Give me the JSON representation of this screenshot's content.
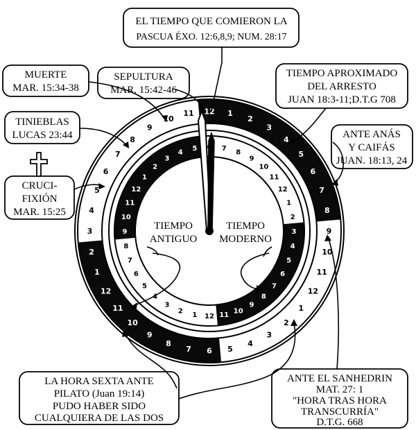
{
  "callouts": {
    "pascua": [
      "EL TIEMPO QUE COMIERON LA",
      "PASCUA ÉXO. 12:6,8,9; NUM. 28:17"
    ],
    "muerte": [
      "MUERTE",
      "MAR. 15:34-38"
    ],
    "sepultura": [
      "SEPULTURA",
      "MAR. 15:42-46"
    ],
    "arresto": [
      "TIEMPO APROXIMADO",
      "DEL  ARRESTO",
      "JUAN 18:3-11;D.T.G 708"
    ],
    "tinieblas": [
      "TINIEBLAS",
      "LUCAS 23:44"
    ],
    "anas": [
      "ANTE  ANÁS",
      "Y CAIFÁS",
      "JUAN. 18:13, 24"
    ],
    "crucifixion": [
      "CRUCI-",
      "FIXIÓN",
      "MAR. 15:25"
    ],
    "sexta": [
      "LA HORA SEXTA ANTE",
      "PILATO (Juan 19:14)",
      "PUDO HABER SIDO",
      "CUALQUIERA DE LAS DOS"
    ],
    "sanhedrin": [
      "ANTE EL SANHEDRIN",
      "MAT. 27: 1",
      "\"HORA TRAS HORA",
      "TRANSCURRÍA\"",
      "D.T.G. 668"
    ]
  },
  "center": {
    "antiguo": [
      "TIEMPO",
      "ANTIGUO"
    ],
    "moderno": [
      "TIEMPO",
      "MODERNO"
    ]
  },
  "outer_ring_numbers": [
    "12",
    "1",
    "2",
    "3",
    "4",
    "5",
    "6",
    "7",
    "8",
    "9",
    "10",
    "11",
    "12",
    "1",
    "2",
    "3",
    "4",
    "5",
    "6",
    "7",
    "8",
    "9",
    "10",
    "11",
    "12",
    "1",
    "2",
    "3",
    "4",
    "5",
    "6",
    "7",
    "8",
    "9",
    "10",
    "11"
  ],
  "inner_ring_numbers": [
    "6",
    "7",
    "8",
    "9",
    "10",
    "11",
    "12",
    "1",
    "2",
    "3",
    "4",
    "5",
    "6",
    "7",
    "8",
    "9",
    "10",
    "11",
    "12",
    "1",
    "2",
    "3",
    "4",
    "5",
    "6",
    "7",
    "8",
    "9",
    "10",
    "11",
    "12",
    "1",
    "2",
    "3",
    "4",
    "5"
  ]
}
